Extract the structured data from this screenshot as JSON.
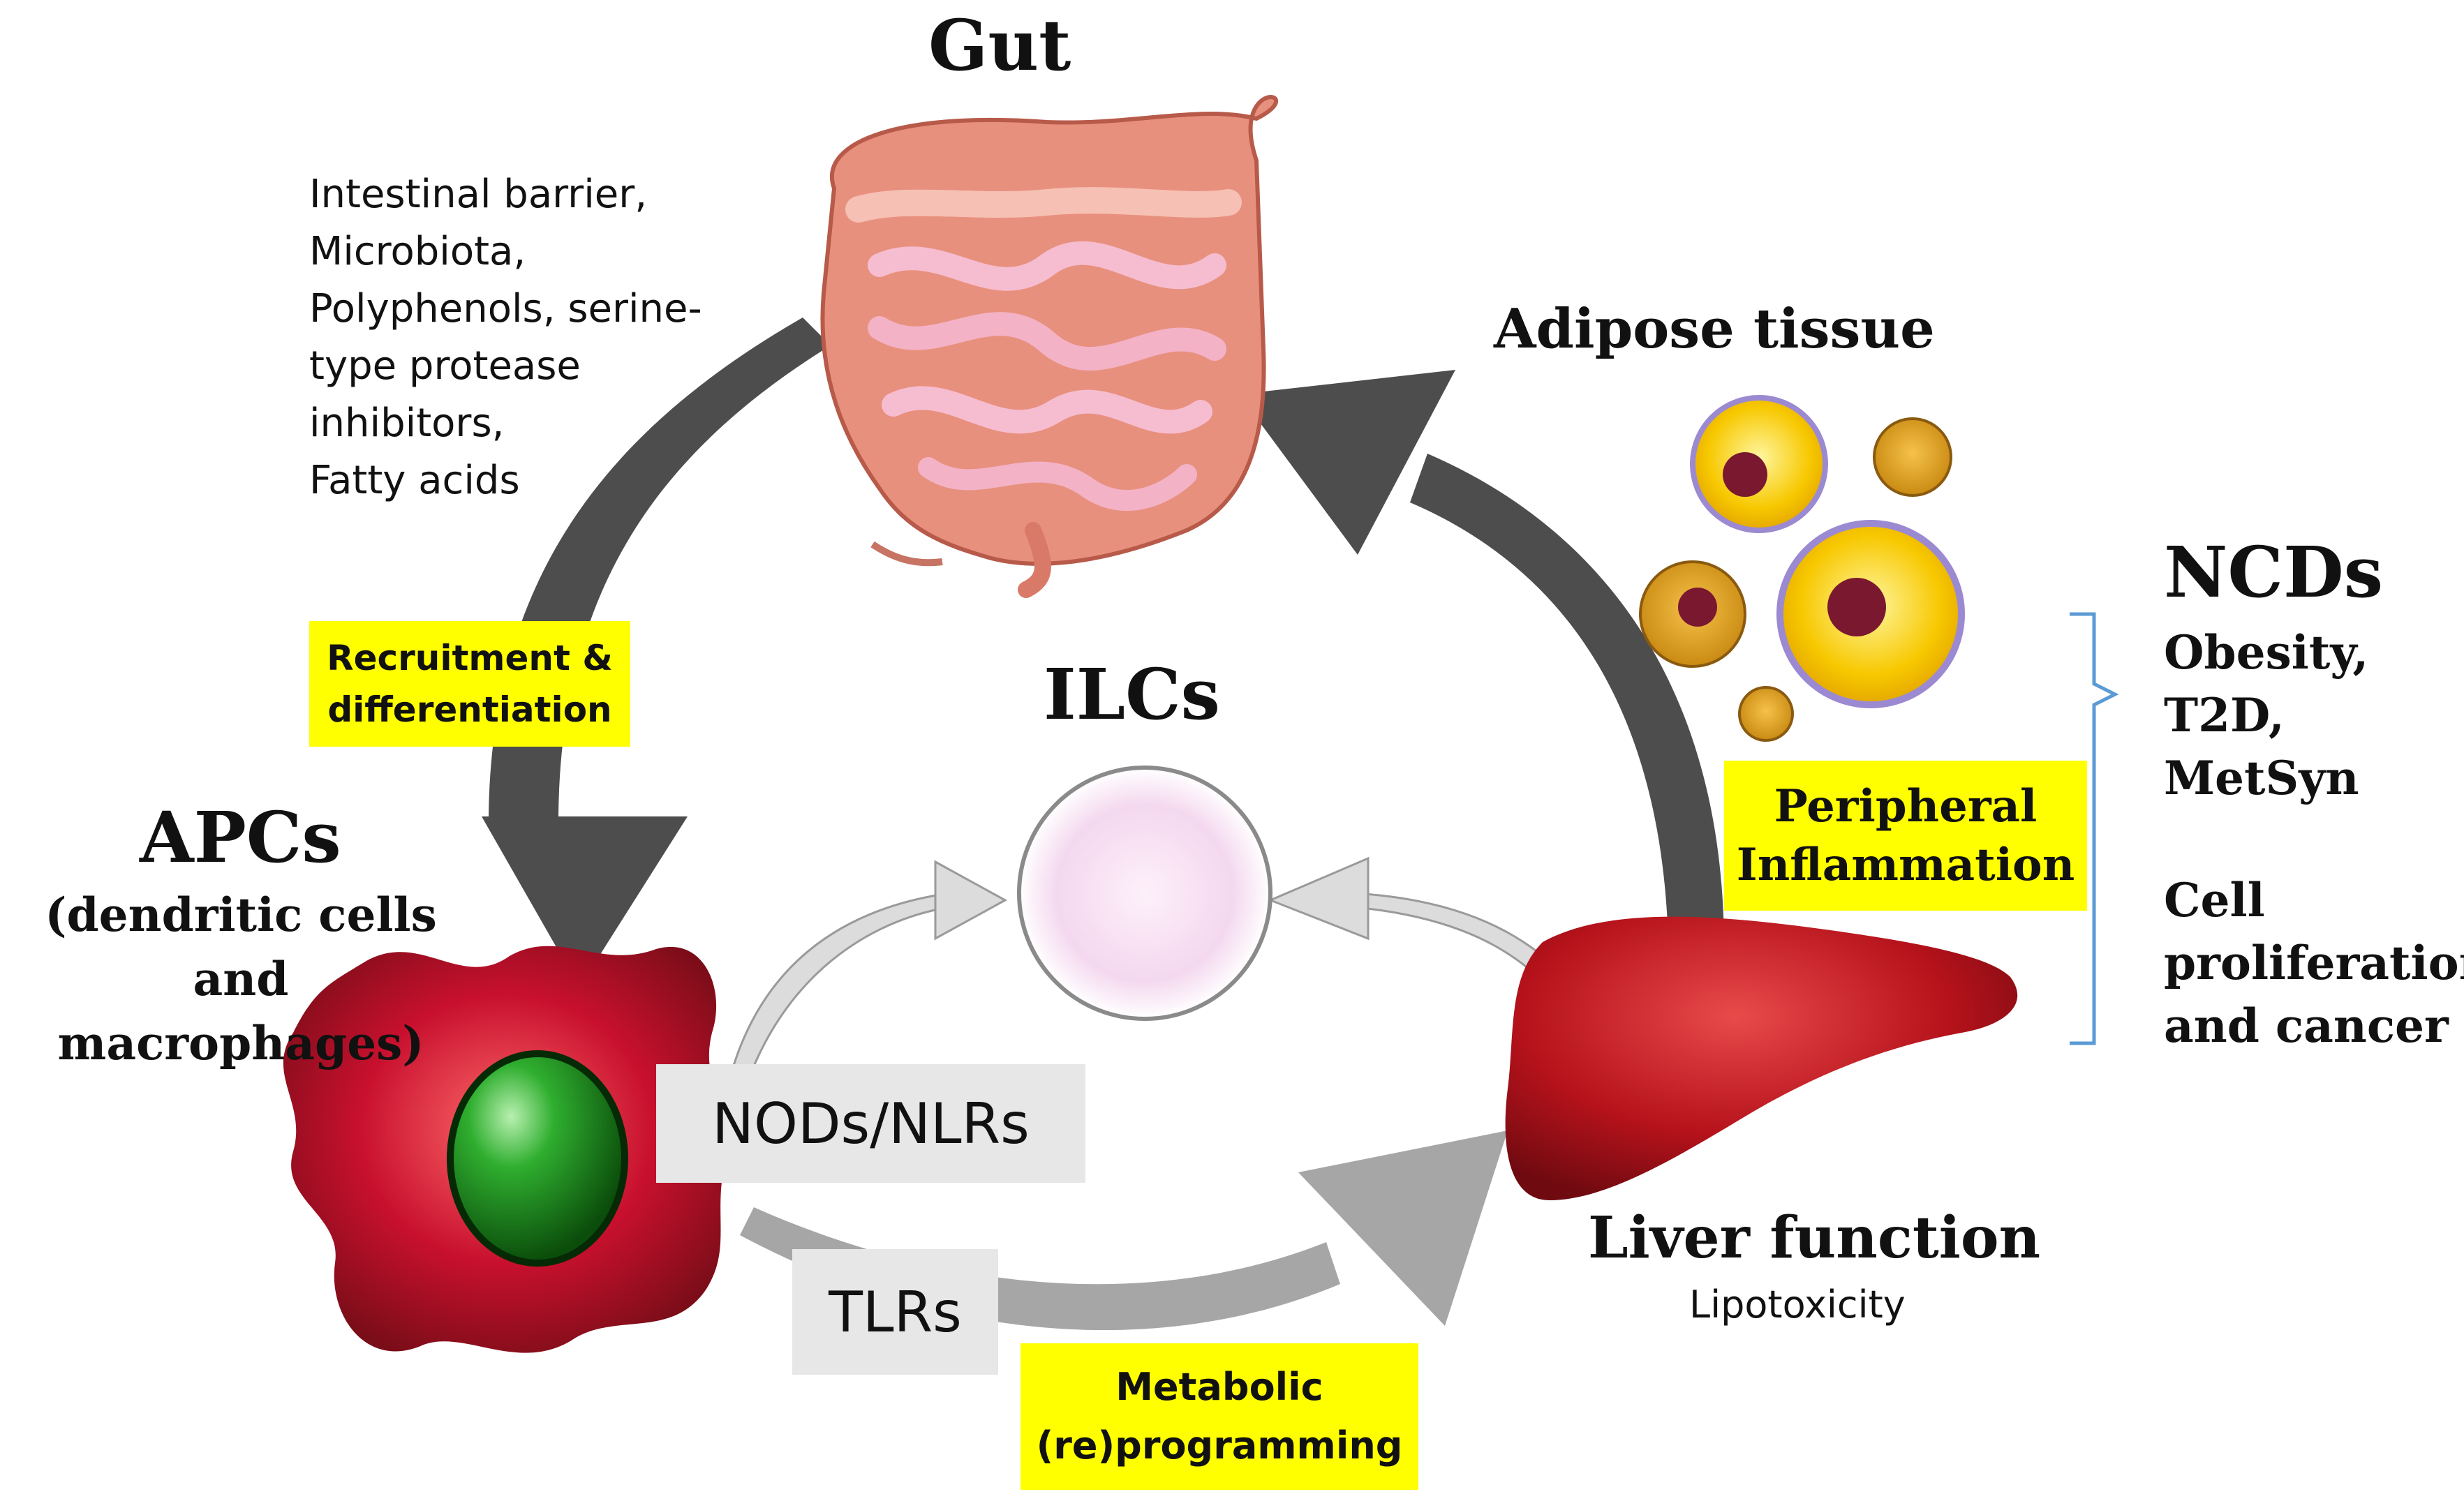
{
  "gut": {
    "title": "Gut",
    "factors": "Intestinal barrier,\nMicrobiota,\nPolyphenols, serine-\ntype protease\ninhibitors,\nFatty acids"
  },
  "adipose": {
    "title": "Adipose tissue"
  },
  "ncds": {
    "title": "NCDs",
    "conditions": "Obesity,\nT2D,\nMetSyn",
    "other": "Cell\nproliferation\nand cancer"
  },
  "ilcs": {
    "title": "ILCs"
  },
  "apcs": {
    "title": "APCs",
    "subtitle": "(dendritic cells and\nmacrophages)"
  },
  "liver": {
    "title": "Liver function",
    "subtitle": "Lipotoxicity"
  },
  "boxes": {
    "recruitment": "Recruitment &\ndifferentiation",
    "peripheral": "Peripheral\nInflammation",
    "metabolic": "Metabolic\n(re)programming",
    "nods": "NODs/NLRs",
    "tlrs": "TLRs"
  },
  "colors": {
    "arrow_dark": "#4d4d4d",
    "arrow_mid": "#a6a6a6",
    "arrow_light": "#dcdcdc",
    "highlight": "#ffff00",
    "label_bg": "#e7e7e7",
    "intestine": "#e8907e",
    "apc_cell": "#c8102e",
    "apc_nucleus": "#1a8a1a",
    "liver": "#b5121b",
    "adipocyte": "#f5c400",
    "bracket": "#5b9bd5"
  }
}
